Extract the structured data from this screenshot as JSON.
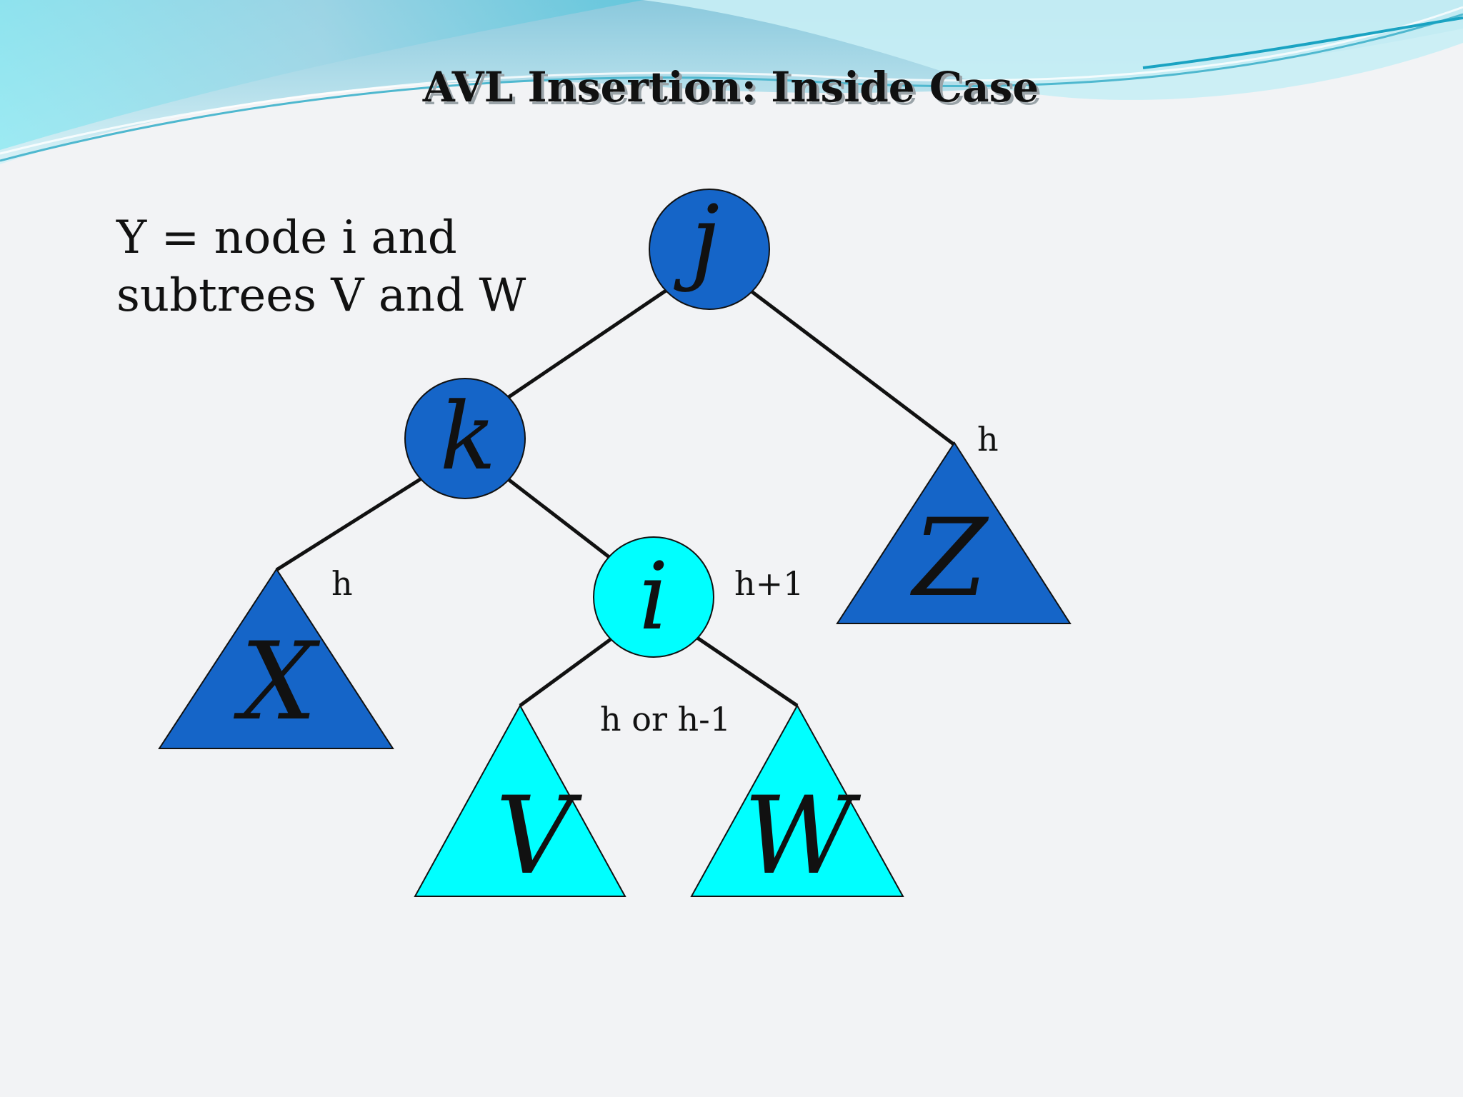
{
  "slide": {
    "title": "AVL Insertion: Inside Case",
    "note_line1": "Y = node i and",
    "note_line2": "subtrees V and W"
  },
  "nodes": {
    "j": {
      "label": "j",
      "color": "#1565c8"
    },
    "k": {
      "label": "k",
      "color": "#1565c8"
    },
    "i": {
      "label": "i",
      "color": "#00ffff"
    }
  },
  "subtrees": {
    "X": {
      "label": "X",
      "color": "#1565c8"
    },
    "Z": {
      "label": "Z",
      "color": "#1565c8"
    },
    "V": {
      "label": "V",
      "color": "#00ffff"
    },
    "W": {
      "label": "W",
      "color": "#00ffff"
    }
  },
  "heights": {
    "z": "h",
    "x": "h",
    "i": "h+1",
    "vw": "h or h-1"
  },
  "theme": {
    "banner_light": "#7fe6f0",
    "banner_dark": "#3aa9c9"
  }
}
